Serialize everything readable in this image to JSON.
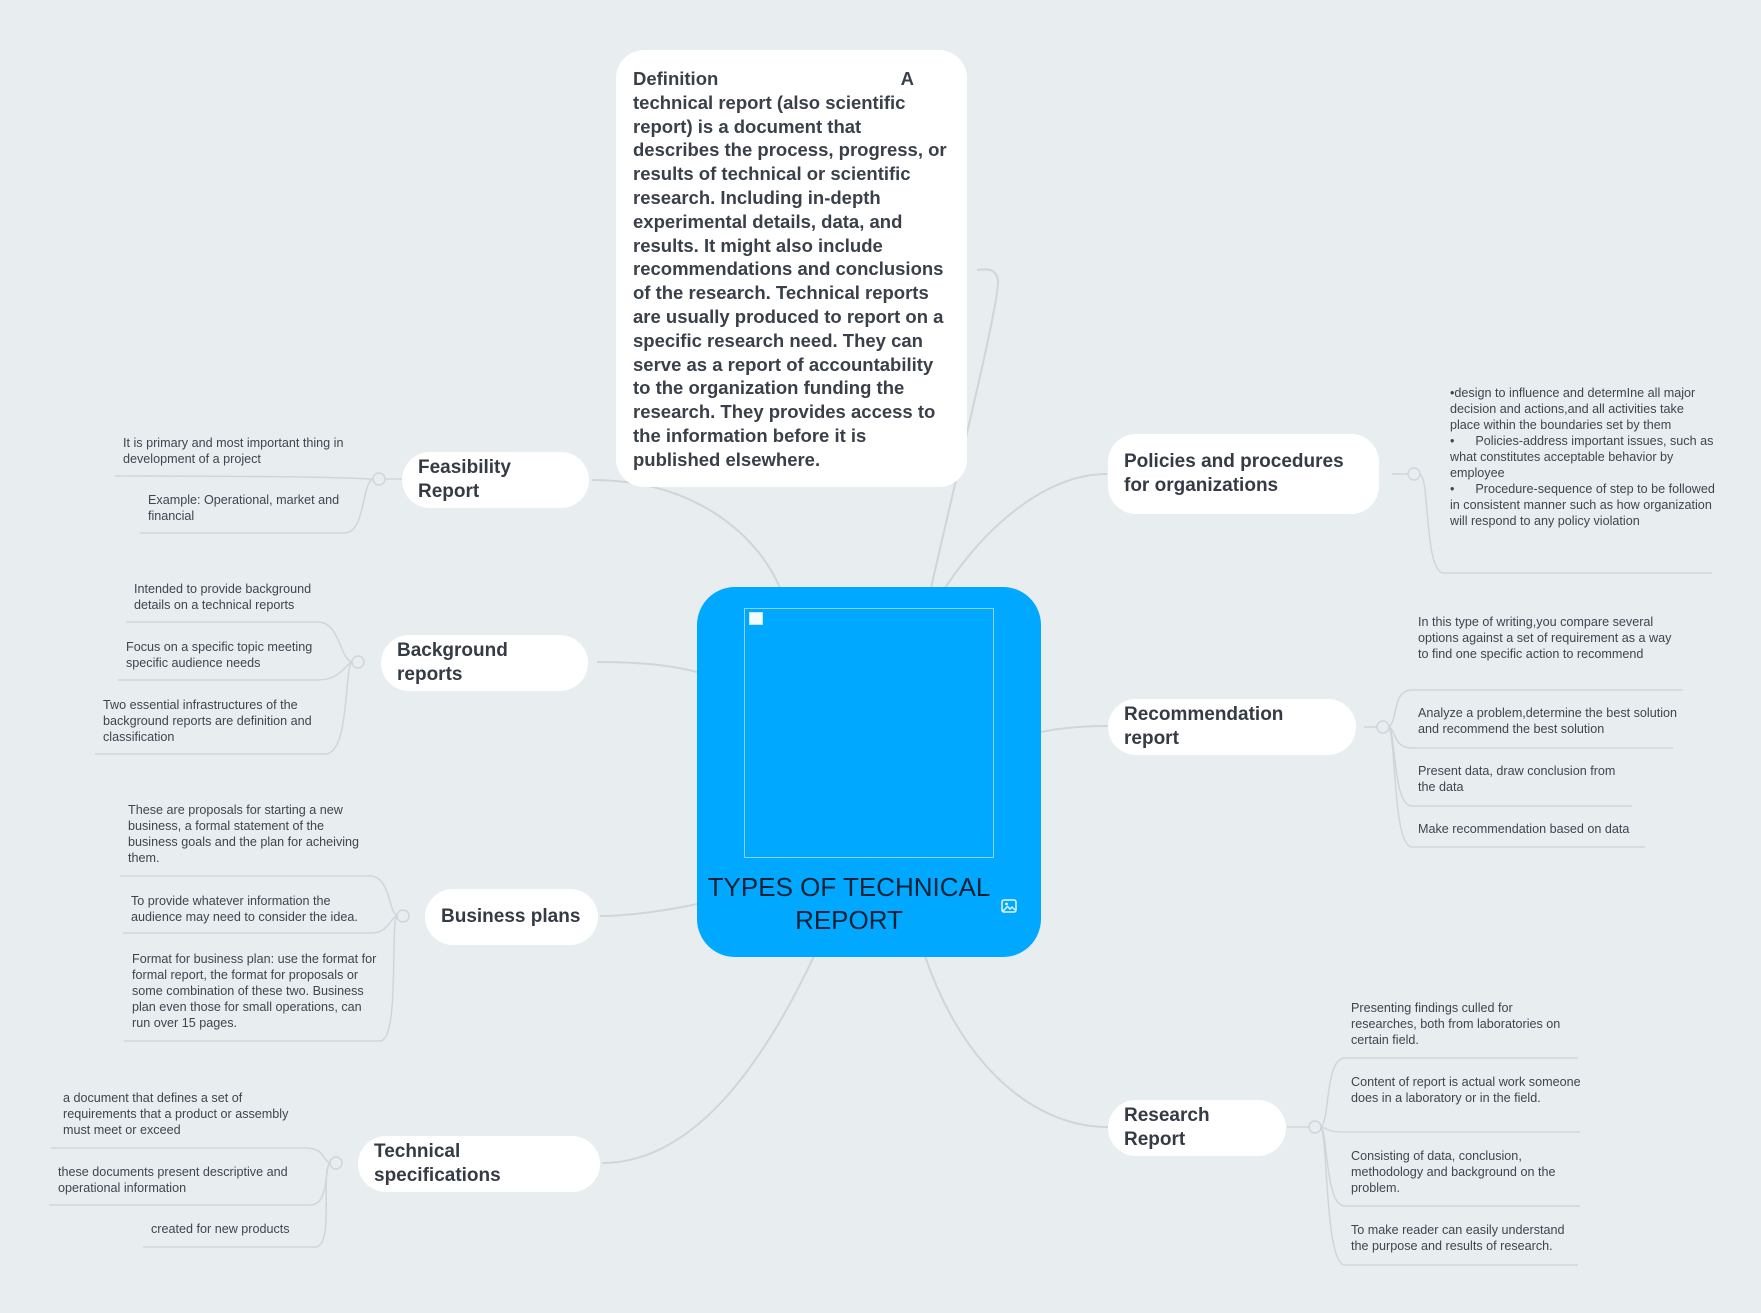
{
  "colors": {
    "background": "#e8edf0",
    "center_node": "#00a8ff",
    "connector": "#cfd6db",
    "node": "#ffffff"
  },
  "center": {
    "title": "TYPES OF TECHNICAL REPORT",
    "image_placeholder_icon": "broken-image-icon",
    "attachment_icon": "image-icon"
  },
  "definition": {
    "heading": "Definition",
    "heading_right": "A",
    "text": "technical report (also scientific report) is a document that describes the process, progress, or results of technical or scientific research. Including in-depth experimental details, data, and results. It might also include recommendations and conclusions of the research. Technical reports are usually produced to report on a specific research need. They can serve as a report of accountability to the organization funding the research. They provides access to the information before it is published elsewhere."
  },
  "branches": {
    "feasibility": {
      "label": "Feasibility Report",
      "leaves": [
        "It is primary and most important thing in development of a project",
        "Example: Operational, market and financial"
      ]
    },
    "background": {
      "label": "Background reports",
      "leaves": [
        "Intended to provide background details on a technical reports",
        "Focus on a specific topic meeting specific audience needs",
        "Two essential infrastructures of the background reports are definition and classification"
      ]
    },
    "business": {
      "label": "Business plans",
      "leaves": [
        "These are proposals for starting a new business, a formal statement of the business goals and the plan for acheiving them.",
        "To provide whatever information the audience may need to consider the idea.",
        "Format for business plan: use the format for formal report,  the format for proposals or some combination of these two. Business plan even those for small operations, can run over 15 pages."
      ]
    },
    "techspec": {
      "label": "Technical specifications",
      "leaves": [
        "a document that defines a set of requirements that a product or assembly must meet or exceed",
        "these documents present descriptive and operational information",
        "created for new products"
      ]
    },
    "policies": {
      "label": "Policies and procedures for organizations",
      "leaves": [
        "•design to influence and determIne all major decision and actions,and all activities take place within the boundaries set by them",
        "•      Policies-address important issues, such as what constitutes acceptable behavior by employee",
        "•      Procedure-sequence of step to be followed in consistent manner such as how organization will respond to any policy violation"
      ]
    },
    "recommendation": {
      "label": "Recommendation report",
      "leaves": [
        "In this type of writing,you compare several options against a set of requirement as a way to find one specific action to recommend",
        "Analyze a problem,determine the best solution and recommend the best solution",
        "Present data, draw conclusion from the data",
        "Make recommendation based on data"
      ]
    },
    "research": {
      "label": "Research Report",
      "leaves": [
        "Presenting findings culled for researches, both from laboratories on certain field.",
        "Content of report is actual work someone does in a laboratory or in the field.",
        "Consisting of data, conclusion, methodology and background on the problem.",
        "To make reader can easily understand the purpose and results of research."
      ]
    }
  }
}
